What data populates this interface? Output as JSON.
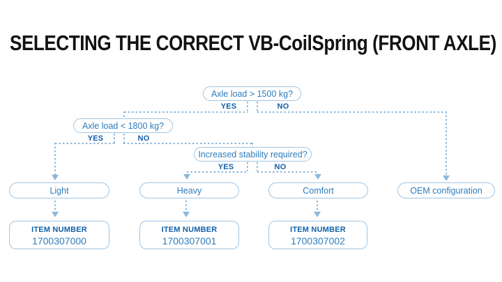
{
  "title": "SELECTING THE CORRECT VB-CoilSpring (FRONT AXLE)",
  "colors": {
    "accent_dark": "#1160a9",
    "accent_blue": "#2e7cbd",
    "dashed_line": "#8ab8dc",
    "box_border": "#9fc4e3",
    "title_text": "#121212",
    "background": "#ffffff"
  },
  "flowchart": {
    "questions": [
      {
        "label": "Axle load > 1500 kg?",
        "yes_label": "YES",
        "no_label": "NO"
      },
      {
        "label": "Axle load < 1800 kg?",
        "yes_label": "YES",
        "no_label": "NO"
      },
      {
        "label": "Increased stability required?",
        "yes_label": "YES",
        "no_label": "NO"
      }
    ],
    "results": [
      {
        "label": "Light",
        "item_label": "ITEM NUMBER",
        "item_number": "1700307000"
      },
      {
        "label": "Heavy",
        "item_label": "ITEM NUMBER",
        "item_number": "1700307001"
      },
      {
        "label": "Comfort",
        "item_label": "ITEM NUMBER",
        "item_number": "1700307002"
      },
      {
        "label": "OEM configuration"
      }
    ]
  }
}
